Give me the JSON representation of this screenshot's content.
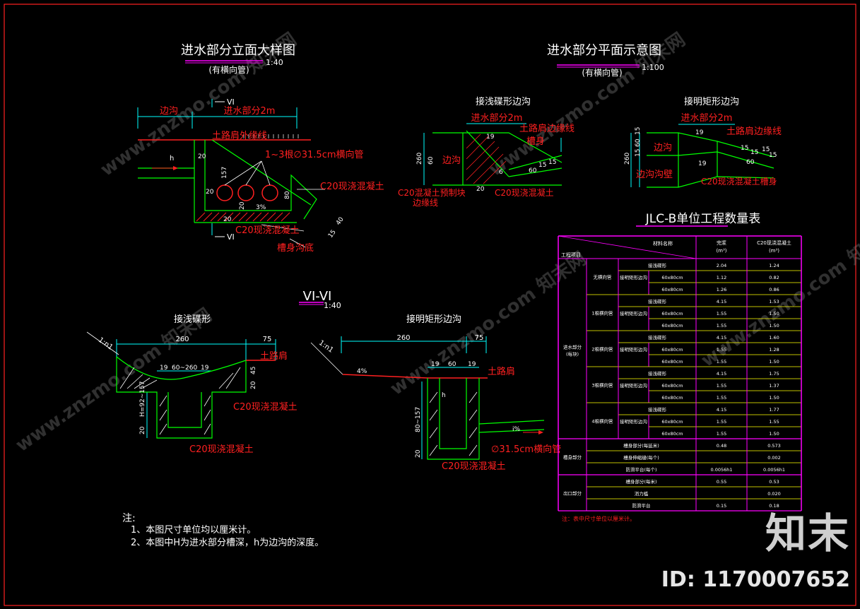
{
  "colors": {
    "background": "#000000",
    "frame": "#ff2020",
    "outline_green": "#00ff00",
    "dim_cyan": "#00ffff",
    "label_red": "#ff2020",
    "table_magenta": "#ff00ff",
    "table_yellow": "#ffff00"
  },
  "icons": {
    "watermark": "watermark-text",
    "scale_marker": "underline-marker"
  },
  "views": {
    "elevation": {
      "title": "进水部分立面大样图",
      "sub": "(有横向管)",
      "scale": "1:40"
    },
    "plan": {
      "title": "进水部分平面示意图",
      "sub": "(有横向管)",
      "scale": "1:100"
    },
    "section": {
      "title": "VI-VI",
      "scale": "1:40"
    }
  },
  "elevation_labels": {
    "cut_top": "VI",
    "cut_bottom": "VI",
    "side_ditch": "边沟",
    "inlet_part": "进水部分2m",
    "shoulder_edge": "土路肩外缘线",
    "pipes": "1~3根∅31.5cm横向管",
    "concrete_upper": "C20现浇混凝土",
    "concrete_lower": "C20现浇混凝土",
    "trough_bottom": "槽身沟底",
    "h": "h",
    "d20a": "20",
    "d20b": "20",
    "d20c": "20",
    "d157": "157",
    "d80": "80",
    "d20d": "20",
    "pct": "3%",
    "d15": "15",
    "d40": "40"
  },
  "plan_shallow": {
    "title": "接浅碟形边沟",
    "inlet": "进水部分2m",
    "edge": "土路肩边缘线",
    "trough": "槽身",
    "ditch": "边沟",
    "precast": "C20混凝土预制块",
    "edge_line": "边缘线",
    "concrete": "C20现浇混凝土",
    "d260": "260",
    "d60": "60",
    "d20": "20",
    "d19": "19",
    "d15a": "15",
    "d15b": "15",
    "d6": "6",
    "d60b": "60"
  },
  "plan_rect": {
    "title": "接明矩形边沟",
    "inlet": "进水部分2m",
    "edge": "土路肩边缘线",
    "ditch": "边沟",
    "ditch_wall": "边沟沟壁",
    "concrete": "C20现浇混凝土槽身",
    "d260": "260",
    "d15a": "15",
    "d60": "60",
    "d15b": "15",
    "d19a": "19",
    "d19b": "19",
    "d15c": "15",
    "d60b": "60",
    "d15d": "15",
    "d15e": "15",
    "d15f": "15"
  },
  "section_shallow": {
    "title": "接浅碟形",
    "slope": "1:n1",
    "d260": "260",
    "d75": "75",
    "d19a": "19",
    "mid": "60~260",
    "d19b": "19",
    "d45": "45",
    "d20a": "20",
    "shoulder": "土路肩",
    "H": "H=92~157",
    "d20b": "20",
    "concrete_side": "C20现浇混凝土",
    "concrete_bottom": "C20现浇混凝土"
  },
  "section_rect": {
    "title": "接明矩形边沟",
    "slope": "1:n1",
    "d260": "260",
    "d75": "75",
    "d19a": "19",
    "d60": "60",
    "d19b": "19",
    "shoulder": "土路肩",
    "pct4": "4%",
    "h": "h",
    "depth": "80~157",
    "d20": "20",
    "i": "i%",
    "pipe": "∅31.5cm横向管",
    "concrete": "C20现浇混凝土"
  },
  "notes": {
    "head": "注:",
    "items": [
      "1、本图尺寸单位均以厘米计。",
      "2、本图中H为进水部分槽深，h为边沟的深度。"
    ]
  },
  "table": {
    "title": "JLC-B单位工程数量表",
    "header_left": "工程项目",
    "header_mid": "材料名称",
    "col1": "完浆",
    "col1_unit": "(m³)",
    "col2": "C20现浇混凝土",
    "col2_unit": "(m³)",
    "groups": [
      {
        "part": "进水部分(每块)",
        "subgroups": [
          {
            "name": "无横向管",
            "rows": [
              {
                "type": "接浅碟形",
                "size": "",
                "v1": "2.04",
                "v2": "1.24"
              },
              {
                "type": "接明矩形边沟",
                "size": "60x80cm",
                "v1": "1.12",
                "v2": "0.82"
              },
              {
                "type": "",
                "size": "60x80cm",
                "v1": "1.26",
                "v2": "0.86"
              }
            ]
          },
          {
            "name": "1根横向管",
            "rows": [
              {
                "type": "接浅碟形",
                "size": "",
                "v1": "4.15",
                "v2": "1.53"
              },
              {
                "type": "接明矩形边沟",
                "size": "60x80cm",
                "v1": "1.55",
                "v2": "1.50"
              },
              {
                "type": "",
                "size": "60x80cm",
                "v1": "1.55",
                "v2": "1.50"
              }
            ]
          },
          {
            "name": "2根横向管",
            "rows": [
              {
                "type": "接浅碟形",
                "size": "",
                "v1": "4.15",
                "v2": "1.60"
              },
              {
                "type": "接明矩形边沟",
                "size": "60x80cm",
                "v1": "1.55",
                "v2": "1.28"
              },
              {
                "type": "",
                "size": "60x80cm",
                "v1": "1.55",
                "v2": "1.50"
              }
            ]
          },
          {
            "name": "3根横向管",
            "rows": [
              {
                "type": "接浅碟形",
                "size": "",
                "v1": "4.15",
                "v2": "1.75"
              },
              {
                "type": "接明矩形边沟",
                "size": "60x80cm",
                "v1": "1.55",
                "v2": "1.37"
              },
              {
                "type": "",
                "size": "60x80cm",
                "v1": "1.55",
                "v2": "1.50"
              }
            ]
          },
          {
            "name": "4根横向管",
            "rows": [
              {
                "type": "接浅碟形",
                "size": "",
                "v1": "4.15",
                "v2": "1.77"
              },
              {
                "type": "接明矩形边沟",
                "size": "60x80cm",
                "v1": "1.55",
                "v2": "1.55"
              },
              {
                "type": "",
                "size": "60x80cm",
                "v1": "1.55",
                "v2": "1.50"
              }
            ]
          }
        ]
      },
      {
        "part": "槽身部分",
        "rows": [
          {
            "type": "槽身部分(每延米)",
            "v1": "0.48",
            "v2": "0.573"
          },
          {
            "type": "槽身伸缩缝(每个)",
            "v1": "",
            "v2": "0.002"
          },
          {
            "type": "防滑平台(每个)",
            "v1": "0.0056h1",
            "v2": "0.0056h1"
          }
        ]
      },
      {
        "part": "出口部分",
        "rows": [
          {
            "type": "槽身部分(每米)",
            "v1": "0.55",
            "v2": "0.53"
          },
          {
            "type": "消力槛",
            "v1": "",
            "v2": "0.020"
          },
          {
            "type": "防滑平台",
            "v1": "0.15",
            "v2": "0.18"
          }
        ]
      }
    ],
    "footnote": "注：表中尺寸单位以厘米计。"
  },
  "watermark": {
    "brand": "知末",
    "id": "ID: 1170007652",
    "repeat": "www.znzmo.com 知末网"
  }
}
